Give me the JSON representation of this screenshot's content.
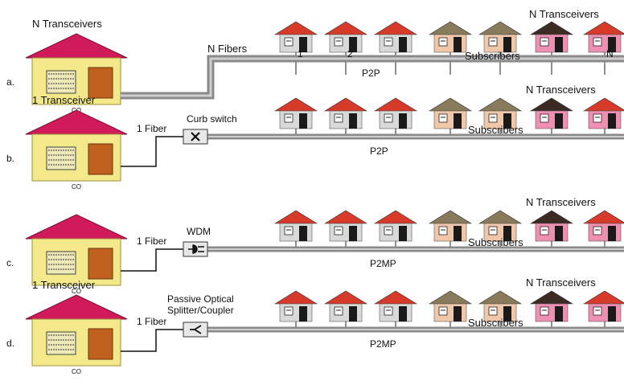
{
  "colors": {
    "co_roof": "#d01a5a",
    "co_wall": "#f4e98a",
    "co_door": "#c0601e",
    "roof_red": "#d83a2a",
    "roof_tan": "#8a7a5c",
    "roof_dark": "#3c2a24",
    "wall_gray": "#d9d9d9",
    "wall_peach": "#f1c7a9",
    "wall_pink": "#ef8fb1",
    "fiber": "#8a8a8a",
    "fiber_dark": "#444444"
  },
  "rows": [
    {
      "letter": "a.",
      "co_top_label": "N Transceivers",
      "co_label": "CO",
      "link_label": "N Fibers",
      "device_icon": "",
      "device_label": "",
      "device_label2": "",
      "n_label": "N Transceivers",
      "subscribers_label": "Subscribers",
      "type_label": "P2P",
      "house_nums": [
        "1",
        "2",
        "",
        "",
        "",
        "",
        "N"
      ]
    },
    {
      "letter": "b.",
      "co_top_label": "1 Transceiver",
      "co_label": "CO",
      "link_label": "1 Fiber",
      "device_icon": "switch-x",
      "device_label": "Curb switch",
      "device_label2": "",
      "n_label": "N Transceivers",
      "subscribers_label": "Subscribers",
      "type_label": "P2P",
      "house_nums": []
    },
    {
      "letter": "c.",
      "co_top_label": "",
      "co_label": "CO",
      "link_label": "1 Fiber",
      "device_icon": "wdm",
      "device_label": "WDM",
      "device_label2": "",
      "n_label": "N Transceivers",
      "subscribers_label": "Subscribers",
      "type_label": "P2MP",
      "house_nums": []
    },
    {
      "letter": "d.",
      "co_top_label": "1 Transceiver",
      "co_label": "CO",
      "link_label": "1 Fiber",
      "device_icon": "splitter",
      "device_label": "Passive Optical",
      "device_label2": "Splitter/Coupler",
      "n_label": "N Transceivers",
      "subscribers_label": "Subscribers",
      "type_label": "P2MP",
      "house_nums": []
    }
  ]
}
